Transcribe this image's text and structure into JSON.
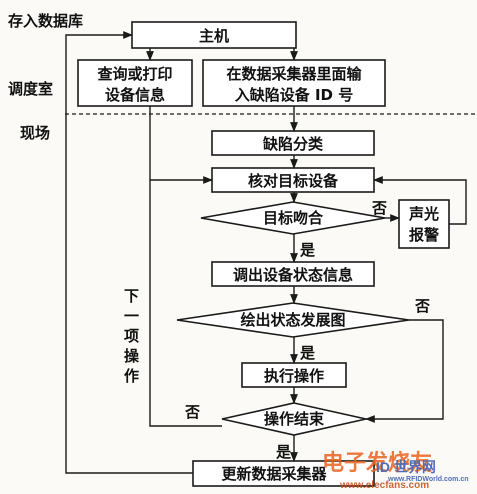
{
  "nodes": {
    "host": "主机",
    "query_print_line1": "查询或打印",
    "query_print_line2": "设备信息",
    "input_defect_line1": "在数据采集器里面输",
    "input_defect_line2": "入缺陷设备 ID 号",
    "defect_classify": "缺陷分类",
    "check_target": "核对目标设备",
    "target_match": "目标吻合",
    "alarm_line1": "声光",
    "alarm_line2": "报警",
    "call_status": "调出设备状态信息",
    "draw_status": "绘出状态发展图",
    "execute": "执行操作",
    "op_end": "操作结束",
    "update_collector": "更新数据采集器"
  },
  "labels": {
    "store_db": "存入数据库",
    "dispatch_room": "调度室",
    "field": "现场",
    "next_op_1": "下",
    "next_op_2": "一",
    "next_op_3": "项",
    "next_op_4": "操",
    "next_op_5": "作",
    "no_match": "否",
    "yes_match": "是",
    "no_draw": "否",
    "yes_draw": "是",
    "no_end": "否",
    "yes_end": "是"
  },
  "watermark": {
    "line1": "电子发烧友",
    "line2": "ID 世界网",
    "url1": "www.elecfans.com",
    "url2": "www.RFIDWorld.com.cn"
  }
}
